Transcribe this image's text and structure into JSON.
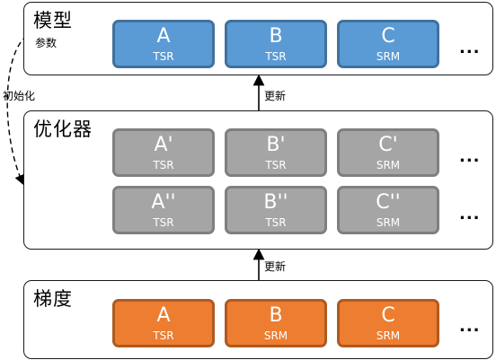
{
  "model": {
    "title": "模型",
    "subtitle": "参数",
    "tiles": [
      {
        "letter": "A",
        "sub": "TSR"
      },
      {
        "letter": "B",
        "sub": "TSR"
      },
      {
        "letter": "C",
        "sub": "SRM"
      }
    ],
    "more": "..."
  },
  "optimizer": {
    "title": "优化器",
    "row1": [
      {
        "letter": "A'",
        "sub": "TSR"
      },
      {
        "letter": "B'",
        "sub": "TSR"
      },
      {
        "letter": "C'",
        "sub": "SRM"
      }
    ],
    "row2": [
      {
        "letter": "A''",
        "sub": "TSR"
      },
      {
        "letter": "B''",
        "sub": "TSR"
      },
      {
        "letter": "C''",
        "sub": "SRM"
      }
    ],
    "more1": "...",
    "more2": "..."
  },
  "gradient": {
    "title": "梯度",
    "tiles": [
      {
        "letter": "A",
        "sub": "TSR"
      },
      {
        "letter": "B",
        "sub": "SRM"
      },
      {
        "letter": "C",
        "sub": "SRM"
      }
    ],
    "more": "..."
  },
  "arrows": {
    "init_label": "初始化",
    "update_top_label": "更新",
    "update_bottom_label": "更新"
  },
  "colors": {
    "model_tile": "#5b9bd5",
    "optimizer_tile": "#a5a5a5",
    "gradient_tile": "#ed7d31"
  }
}
